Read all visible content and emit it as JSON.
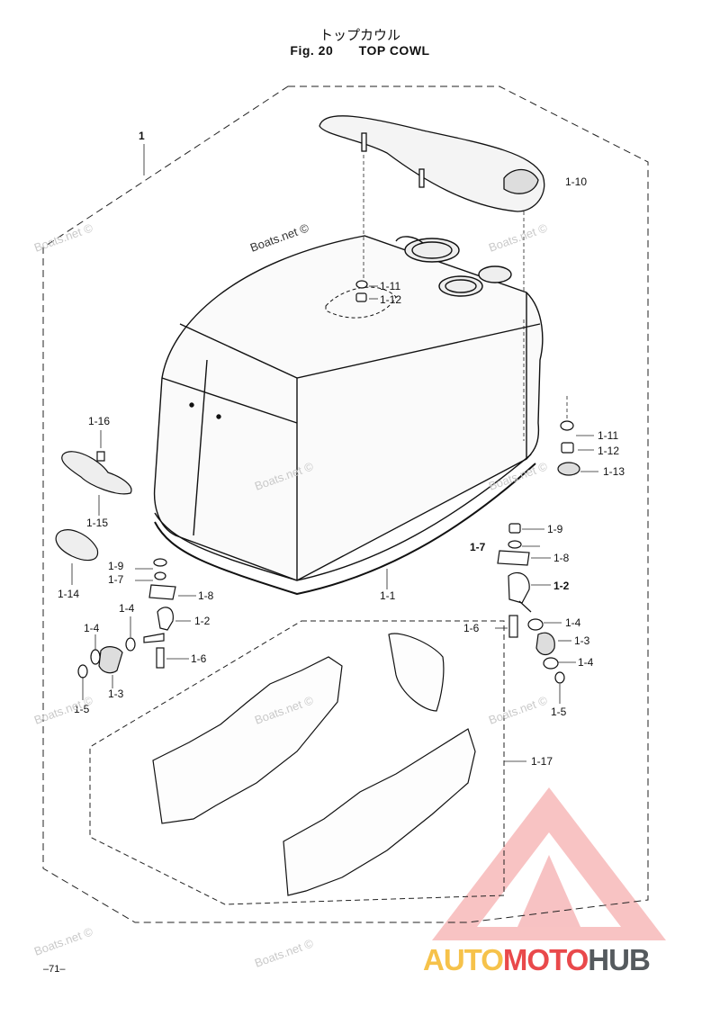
{
  "header": {
    "title_jp": "トップカウル",
    "fig": "Fig. 20",
    "title_en": "TOP COWL"
  },
  "callouts": [
    "1",
    "1-10",
    "1-11",
    "1-12",
    "1-11",
    "1-12",
    "1-13",
    "1-16",
    "1-15",
    "1-14",
    "1-1",
    "1-9",
    "1-7",
    "1-8",
    "1-4",
    "1-2",
    "1-4",
    "1-6",
    "1-3",
    "1-5",
    "1-9",
    "1-7",
    "1-8",
    "1-2",
    "1-6",
    "1-4",
    "1-3",
    "1-4",
    "1-5",
    "1-17"
  ],
  "watermark": "Boats.net ©",
  "page_number": "–71–",
  "logo": {
    "part1": "AUTO",
    "part2": "MOTO",
    "part3": "HUB"
  },
  "colors": {
    "logo_yellow": "#f6c24a",
    "logo_red": "#e9494b",
    "logo_gray": "#555a5e",
    "watermark": "#c9c9c9"
  }
}
